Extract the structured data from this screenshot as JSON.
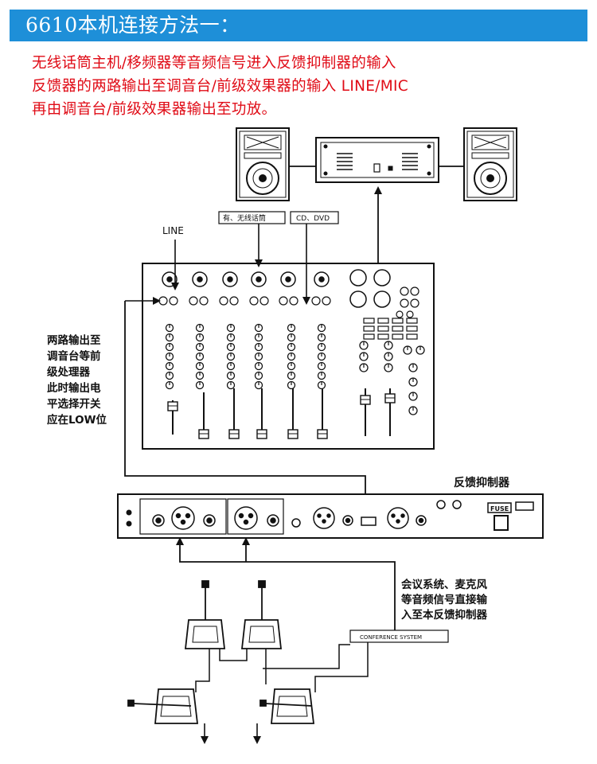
{
  "header": {
    "title": "6610本机连接方法一："
  },
  "intro": {
    "line1": "无线话筒主机/移频器等音频信号进入反馈抑制器的输入",
    "line2": "反馈器的两路输出至调音台/前级效果器的输入 LINE/MIC",
    "line3": "再由调音台/前级效果器输出至功放。"
  },
  "diagram": {
    "mixer_line_label": "LINE",
    "mixer_mic_tag": "有、无线话筒",
    "mixer_cd_tag": "CD、DVD",
    "note_lines": [
      "两路输出至",
      "调音台等前",
      "级处理器",
      "此时输出电",
      "平选择开关",
      "应在LOW位"
    ],
    "suppressor_title": "反馈抑制器",
    "fuse_label": "FUSE",
    "conference_box_label": "CONFERENCE SYSTEM",
    "conference_note_lines": [
      "会议系统、麦克风",
      "等音频信号直接输",
      "入至本反馈抑制器"
    ]
  },
  "colors": {
    "banner": "#1e8fd8",
    "intro_text": "#e00b16",
    "line_art": "#111111"
  }
}
